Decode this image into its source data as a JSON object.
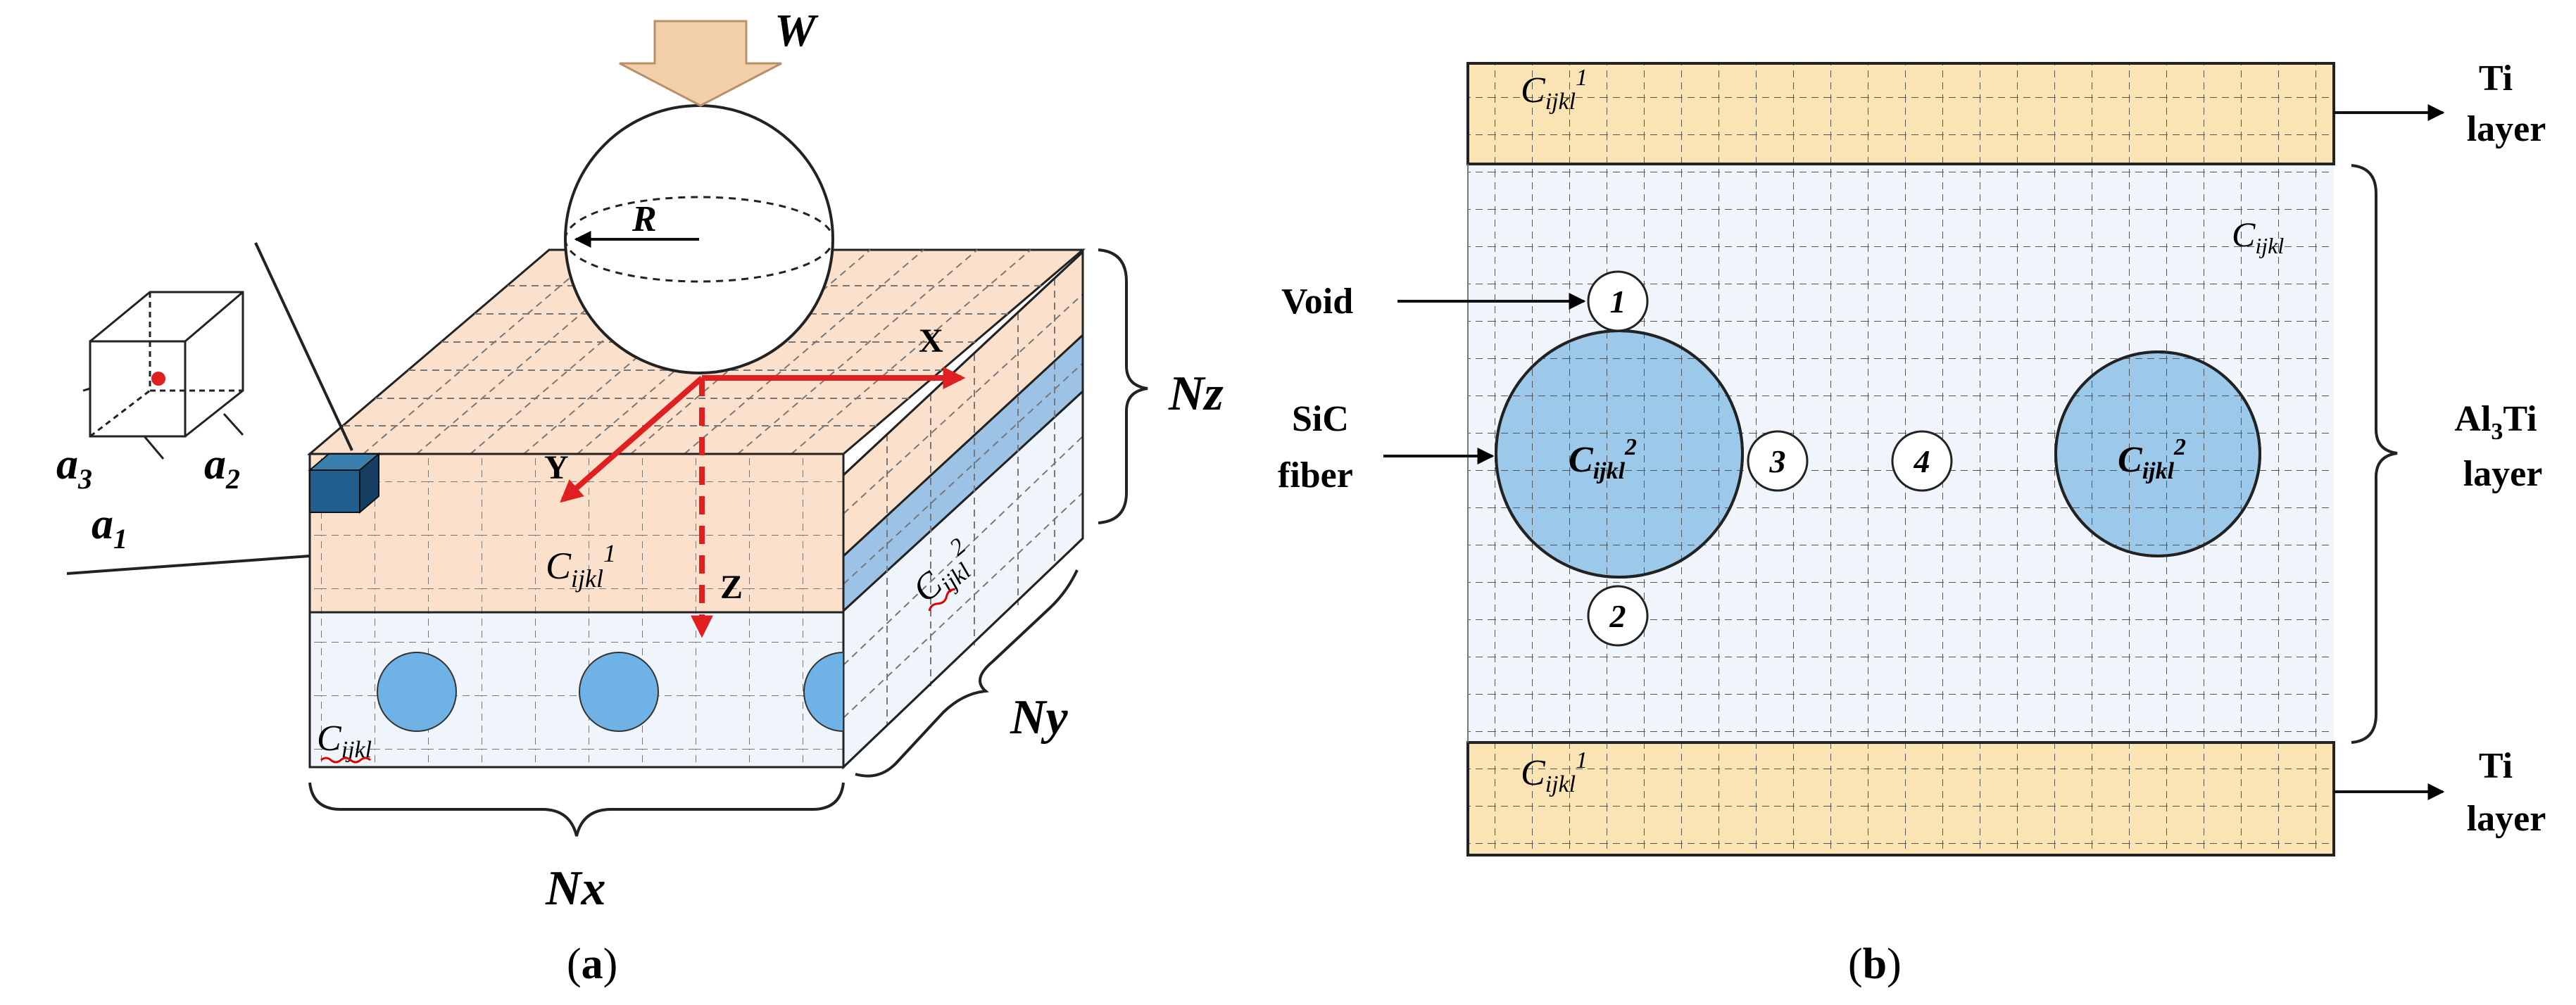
{
  "panel_a": {
    "load_label": "W",
    "radius_label": "R",
    "axis_x": "X",
    "axis_y": "Y",
    "axis_z": "Z",
    "dim_nz": "Nz",
    "dim_ny": "Ny",
    "dim_nx": "Nx",
    "cell_a1_base": "a",
    "cell_a1_sub": "1",
    "cell_a2_base": "a",
    "cell_a2_sub": "2",
    "cell_a3_base": "a",
    "cell_a3_sub": "3",
    "top_layer_base": "C",
    "top_layer_sub": "ijkl",
    "top_layer_sup": "1",
    "side_layer_base": "C",
    "side_layer_sub": "ijkl",
    "side_layer_sup": "2",
    "matrix_base": "C",
    "matrix_sub": "ijkl",
    "caption": "(a)",
    "caption_letter": "a"
  },
  "panel_b": {
    "ti_top_base": "C",
    "ti_top_sub": "ijkl",
    "ti_top_sup": "1",
    "ti_bottom_base": "C",
    "ti_bottom_sub": "ijkl",
    "ti_bottom_sup": "1",
    "matrix_base": "C",
    "matrix_sub": "ijkl",
    "fiber_left_base": "C",
    "fiber_left_sub": "ijkl",
    "fiber_left_sup": "2",
    "fiber_right_base": "C",
    "fiber_right_sub": "ijkl",
    "fiber_right_sup": "2",
    "void_label": "Void",
    "sic_label_line1": "SiC",
    "sic_label_line2": "fiber",
    "ti_top_line1": "Ti",
    "ti_top_line2": "layer",
    "ti_bottom_line1": "Ti",
    "ti_bottom_line2": "layer",
    "al3ti_line1_a": "Al",
    "al3ti_line1_sub": "3",
    "al3ti_line1_b": "Ti",
    "al3ti_line2": "layer",
    "points": [
      "1",
      "2",
      "3",
      "4"
    ],
    "caption": "(b)",
    "caption_letter": "b"
  },
  "colors": {
    "ti_layer": "#fbe4b4",
    "top_layer_a": "#fbe0cc",
    "matrix": "#eff5fb",
    "fiber": "#6fb3e6",
    "fiber_b": "#9cc8ea",
    "side_layer": "#9cc3e6",
    "axis_arrow": "#e02020",
    "load_arrow": "#f2cfa8",
    "small_cube": "#1f5e8e"
  }
}
